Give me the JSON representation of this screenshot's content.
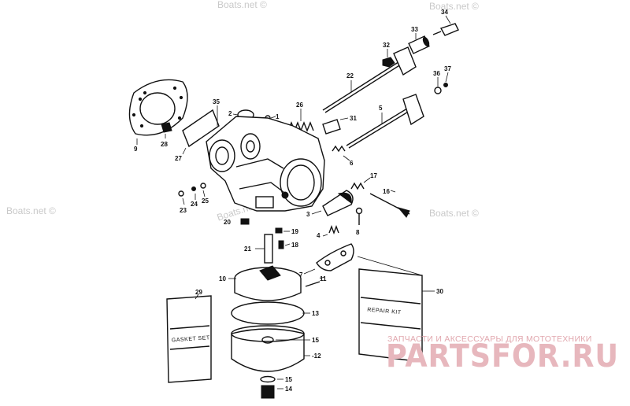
{
  "watermarks": {
    "top": "Boats.net ©",
    "left": "Boats.net ©",
    "center": "Boats.net ©",
    "right": "Boats.net ©"
  },
  "brand": {
    "tagline": "ЗАПЧАСТИ И АКСЕССУАРЫ ДЛЯ МОТОТЕХНИКИ",
    "logo": "PARTSFOR.RU",
    "color": "#e7b7bd"
  },
  "cards": {
    "gasket_set": "GASKET SET",
    "repair_kit": "REPAIR KIT"
  },
  "callouts": {
    "n1": "1",
    "n2": "2",
    "n3": "3",
    "n4": "4",
    "n5": "5",
    "n6": "6",
    "n7": "7",
    "n8": "8",
    "n9": "9",
    "n10": "10",
    "n11": "11",
    "n12": "-12",
    "n13": "13",
    "n14": "14",
    "n15a": "15",
    "n15b": "15",
    "n16": "16",
    "n17": "17",
    "n18": "18",
    "n19": "19",
    "n20": "20",
    "n21": "21",
    "n22": "22",
    "n23": "23",
    "n24": "24",
    "n25": "25",
    "n26": "26",
    "n27": "27",
    "n28": "28",
    "n29": "29",
    "n30": "30",
    "n31": "31",
    "n32": "32",
    "n33": "33",
    "n34": "34",
    "n35": "35",
    "n36": "36",
    "n37": "37"
  }
}
